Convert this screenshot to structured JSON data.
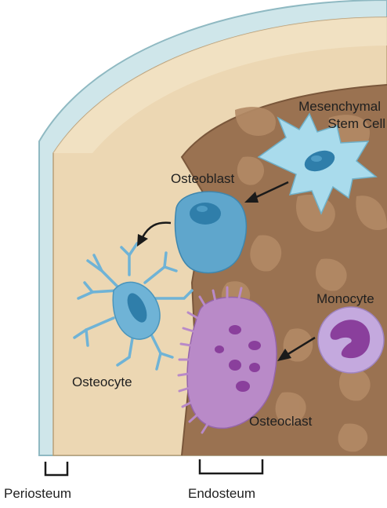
{
  "labels": {
    "mesenchymal_line1": "Mesenchymal",
    "mesenchymal_line2": "Stem Cell",
    "osteoblast": "Osteoblast",
    "osteocyte": "Osteocyte",
    "monocyte": "Monocyte",
    "osteoclast": "Osteoclast",
    "periosteum": "Periosteum",
    "endosteum": "Endosteum"
  },
  "colors": {
    "periosteum_layer": "#cfe6ea",
    "periosteum_edge": "#8fb9c2",
    "compact_bone": "#ecd7b3",
    "compact_bone_edge": "#b99f78",
    "marrow": "#9a7251",
    "marrow_patch": "#b38a66",
    "mesenchymal_cell": "#a9dbec",
    "osteoblast_cell": "#5fa6cc",
    "osteocyte_cell": "#6fb3d6",
    "osteoclast_cell": "#b98ac8",
    "monocyte_cell": "#c4a9de",
    "nucleus_blue": "#2f7eaa",
    "nucleus_purple": "#8a3f9c",
    "arrow": "#1a1a1a",
    "bracket": "#1a1a1a"
  }
}
